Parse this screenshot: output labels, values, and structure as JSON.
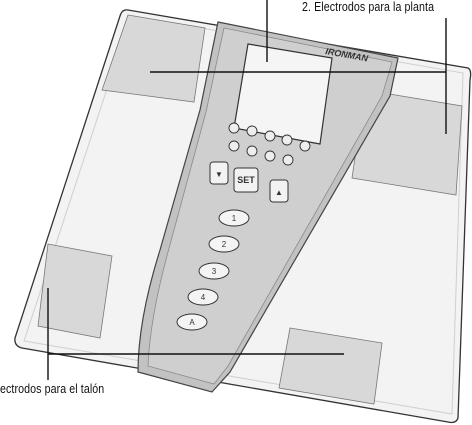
{
  "labels": {
    "plantar_electrodes": "2. Electrodos para la planta",
    "heel_electrodes": "ectrodos para el talón"
  },
  "device": {
    "brand": "IRONMAN",
    "set_button": "SET",
    "up_arrow": "▲",
    "down_arrow": "▼",
    "user_buttons": [
      "1",
      "2",
      "3",
      "4"
    ],
    "guest_button": "A"
  },
  "colors": {
    "pad": "#d8d8d8",
    "glass": "#f2f2f2",
    "console": "#bdbdbd",
    "outline": "#555555"
  }
}
